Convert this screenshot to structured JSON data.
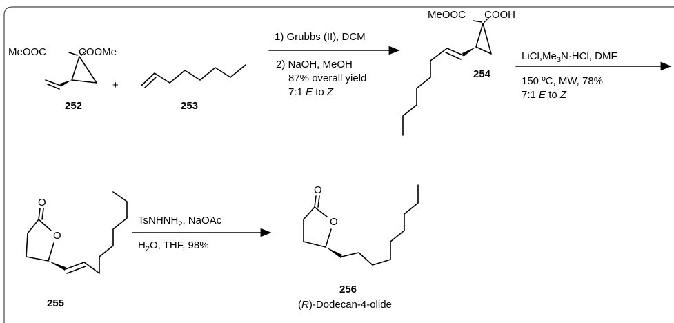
{
  "compounds": {
    "c252": {
      "number": "252",
      "left_group": "MeOOC",
      "right_group": "COOMe"
    },
    "c253": {
      "number": "253"
    },
    "c254": {
      "number": "254",
      "left_group": "MeOOC",
      "right_group": "COOH"
    },
    "c255": {
      "number": "255",
      "carbonyl_o": "O",
      "ring_o": "O"
    },
    "c256": {
      "number": "256",
      "carbonyl_o": "O",
      "ring_o": "O",
      "name_prefix": "(",
      "name_italic": "R",
      "name_suffix": ")-Dodecan-4-olide"
    }
  },
  "plus_sign": "+",
  "arrows": {
    "step1": {
      "line1": "1) Grubbs (II), DCM",
      "line2": "2) NaOH, MeOH",
      "line3": "87% overall yield",
      "line4_prefix": "7:1 ",
      "line4_e": "E",
      "line4_mid": " to ",
      "line4_z": "Z"
    },
    "step2": {
      "line1_a": "LiCl,Me",
      "line1_sub": "3",
      "line1_b": "N·HCl, DMF",
      "line2": "150 ºC, MW, 78%",
      "line3_prefix": "7:1 ",
      "line3_e": "E",
      "line3_mid": " to ",
      "line3_z": "Z"
    },
    "step3": {
      "line1_a": "TsNHNH",
      "line1_sub": "2",
      "line1_b": ", NaOAc",
      "line2_a": "H",
      "line2_sub": "2",
      "line2_b": "O, THF, 98%"
    }
  }
}
